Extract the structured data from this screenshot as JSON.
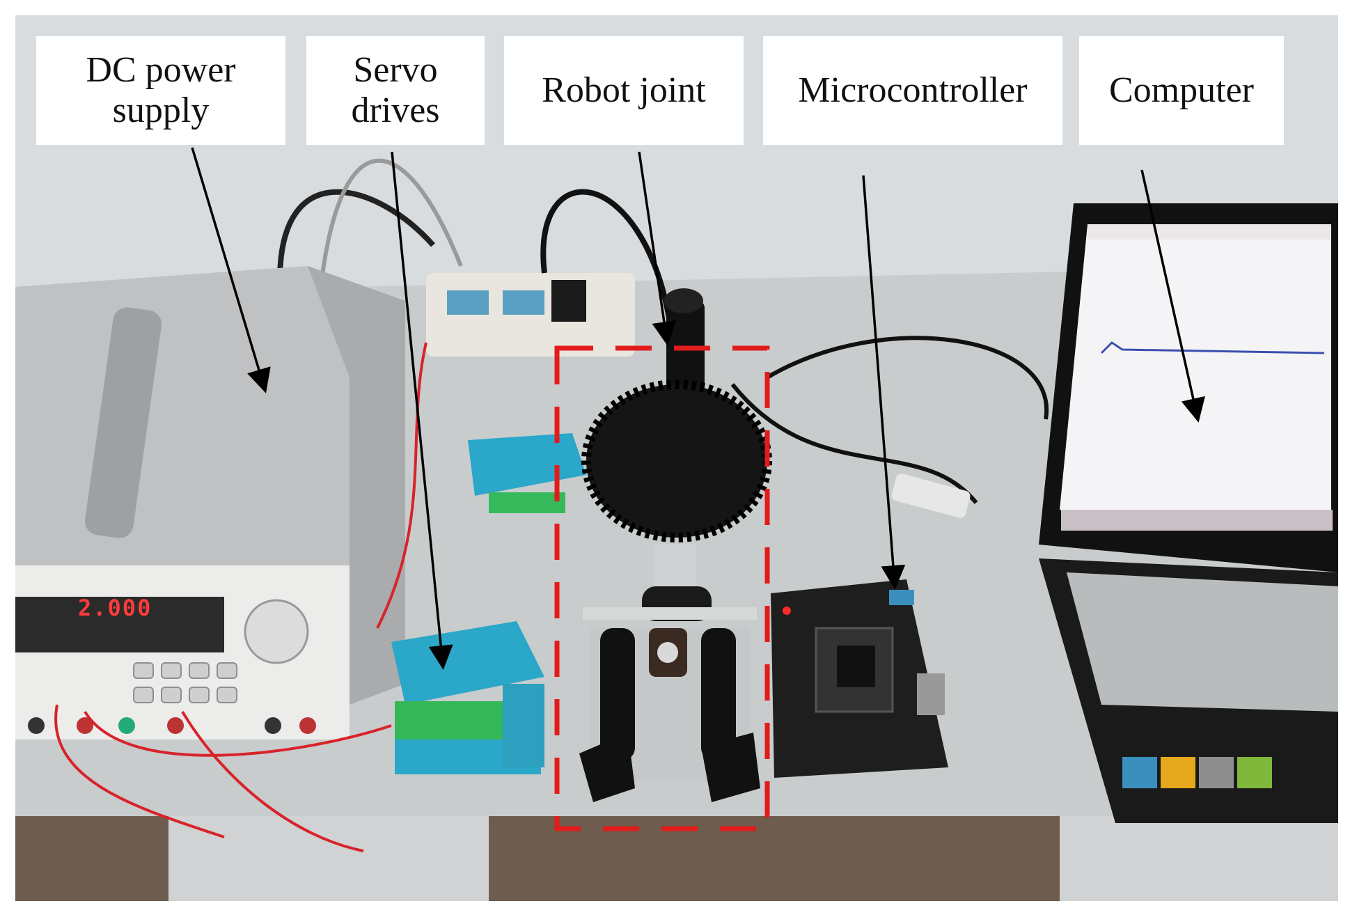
{
  "labels": {
    "dc_power_supply": "DC power\nsupply",
    "servo_drives": "Servo\ndrives",
    "robot_joint": "Robot joint",
    "microcontroller": "Microcontroller",
    "computer": "Computer"
  },
  "power_supply_display": "2.000",
  "colors": {
    "highlight_box": "#e21b1b",
    "arrow": "#000000",
    "servo_drive_body": "#2aa7c9",
    "gear": "#151515"
  }
}
